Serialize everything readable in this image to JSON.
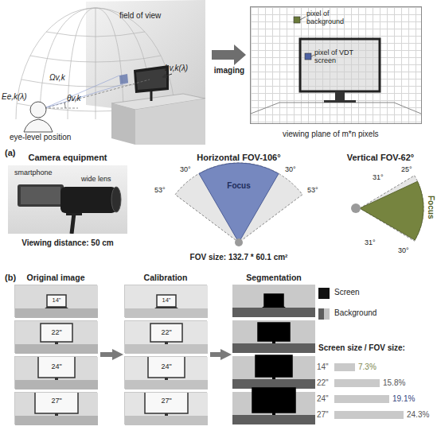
{
  "diagram": {
    "nodes": [
      {
        "text": [
          "pixel of background",
          "pixel of VDT screen",
          "viewing plane of m*n pixels"
        ]
      },
      {
        "text": [
          "Camera equipment",
          "smartphone",
          "wide lens",
          "Viewing distance: 50 cm"
        ]
      },
      {
        "text": [
          "Original image"
        ]
      },
      {
        "text": [
          "14\""
        ],
        "in": 2
      },
      {
        "text": [
          "22\""
        ],
        "in": 2
      },
      {
        "text": [
          "24\""
        ],
        "in": 2
      },
      {
        "text": [
          "27\""
        ],
        "in": 2
      },
      {
        "text": [
          "Calibration"
        ]
      },
      {
        "text": [
          "14\""
        ],
        "in": 7
      },
      {
        "text": [
          "22\""
        ],
        "in": 7
      },
      {
        "text": [
          "24\""
        ],
        "in": 7
      },
      {
        "text": [
          "27\""
        ],
        "in": 7
      },
      {
        "text": [
          "Segmentation"
        ]
      }
    ],
    "edges": [
      {
        "from": 2,
        "to": 7,
        "arrow": "to"
      },
      {
        "from": 7,
        "to": 12,
        "arrow": "to"
      }
    ],
    "labels": [
      "field of view",
      "Lv,k(λ)",
      "Ωv,k",
      "θv,k",
      "Ee,k(λ)",
      "eye-level position",
      "imaging",
      "(a)",
      "Horizontal FOV-106°",
      "Focus",
      "30°",
      "30°",
      "53°",
      "53°",
      "FOV size: 132.7 * 60.1 cm²",
      "Vertical FOV-62°",
      "Focus",
      "31°",
      "25°",
      "31°",
      "30°",
      "(b)",
      "Screen size / FOV size:",
      "14\"",
      "7.3%",
      "22\"",
      "15.8%",
      "24\"",
      "19.1%",
      "27\"",
      "24.3%"
    ],
    "legend": [
      {
        "text": "Screen",
        "color": "#111111"
      },
      {
        "text": "Background",
        "color": "#5e5e5e"
      }
    ]
  }
}
